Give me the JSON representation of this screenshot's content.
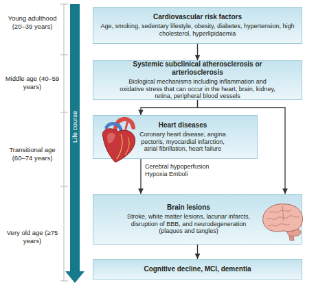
{
  "diagram": {
    "nodes": [
      {
        "text": [
          "Cardiovascular risk factors",
          "Age, smoking, sedentary lifestyle, obesity, diabetes, hypertension, high cholesterol, hyperlipidaemia"
        ]
      },
      {
        "text": [
          "Systemic subclinical atherosclerosis or arteriosclerosis",
          "Biological mechanisms including inflammation and oxidative stress that can occur in the heart, brain, kidney, retina, peripheral blood vessels"
        ]
      },
      {
        "text": [
          "Heart diseases",
          "Coronary heart disease, angina pectoris, myocardial infarction, atrial fibrillation, heart failure"
        ]
      },
      {
        "text": [
          "Brain lesions",
          "Stroke, white matter lesions, lacunar infarcts, disruption of BBB, and neurodegeneration (plaques and tangles)"
        ]
      },
      {
        "text": [
          "Cognitive decline, MCI, dementia"
        ]
      }
    ],
    "edges": [
      {
        "from": 0,
        "to": 1,
        "arrow": "to"
      },
      {
        "from": 1,
        "to": 2,
        "arrow": "to"
      },
      {
        "from": 1,
        "to": 3,
        "arrow": "to"
      },
      {
        "from": 2,
        "to": 3,
        "label": "Cerebral hypoperfusion Hypoxia Emboli",
        "arrow": "to"
      },
      {
        "from": 3,
        "to": 4,
        "arrow": "to"
      }
    ],
    "labels": [
      "Young adulthood (20–39 years)",
      "Middle age (40–59 years)",
      "Life course",
      "Transitional age (60–74 years)",
      "Very old age (≥75 years)"
    ]
  }
}
